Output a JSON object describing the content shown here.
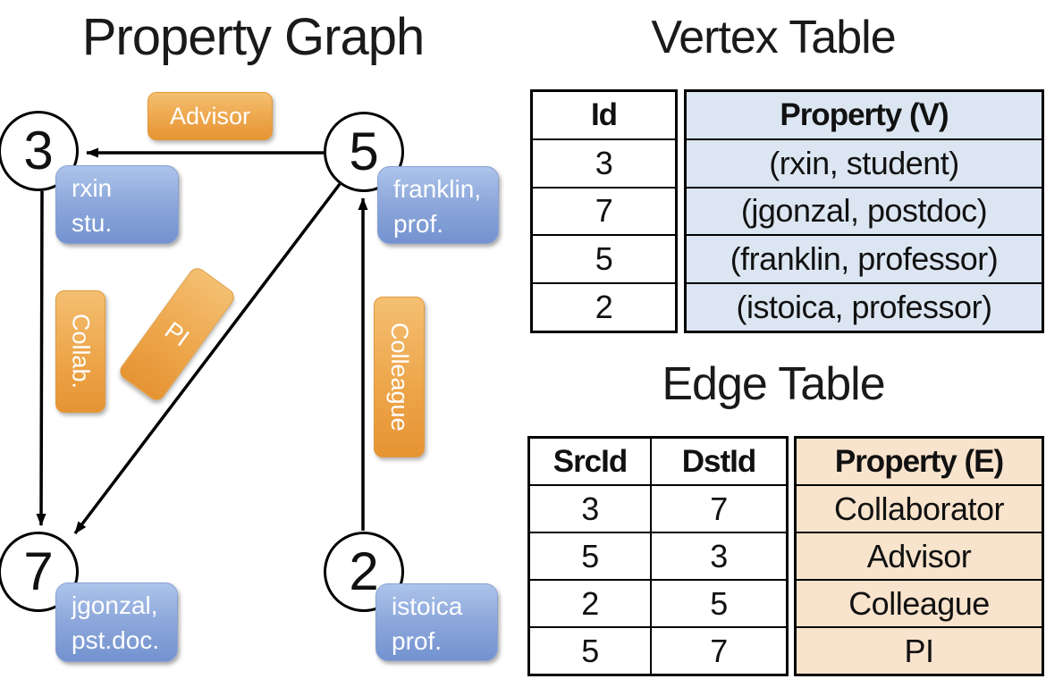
{
  "graph": {
    "title": "Property Graph",
    "nodes": [
      {
        "id": "3",
        "line1": "rxin",
        "line2": "stu."
      },
      {
        "id": "5",
        "line1": "franklin,",
        "line2": "prof."
      },
      {
        "id": "7",
        "line1": "jgonzal,",
        "line2": "pst.doc."
      },
      {
        "id": "2",
        "line1": "istoica",
        "line2": "prof."
      }
    ],
    "edge_labels": {
      "advisor": "Advisor",
      "collab": "Collab.",
      "pi": "PI",
      "colleague": "Colleague"
    }
  },
  "vertex_table": {
    "title": "Vertex Table",
    "columns": [
      "Id",
      "Property (V)"
    ],
    "rows": [
      [
        "3",
        "(rxin, student)"
      ],
      [
        "7",
        "(jgonzal, postdoc)"
      ],
      [
        "5",
        "(franklin, professor)"
      ],
      [
        "2",
        "(istoica, professor)"
      ]
    ]
  },
  "edge_table": {
    "title": "Edge Table",
    "columns": [
      "SrcId",
      "DstId",
      "Property (E)"
    ],
    "rows": [
      [
        "3",
        "7",
        "Collaborator"
      ],
      [
        "5",
        "3",
        "Advisor"
      ],
      [
        "2",
        "5",
        "Colleague"
      ],
      [
        "5",
        "7",
        "PI"
      ]
    ]
  },
  "colors": {
    "node_fill": "#ffffff",
    "node_stroke": "#000000",
    "vertex_box_blue": "#7392cf",
    "edge_box_orange": "#eda64b",
    "vertex_table_bg": "#dce6f2",
    "edge_table_bg": "#f8e3cc",
    "text_on_boxes": "#ffffff"
  }
}
